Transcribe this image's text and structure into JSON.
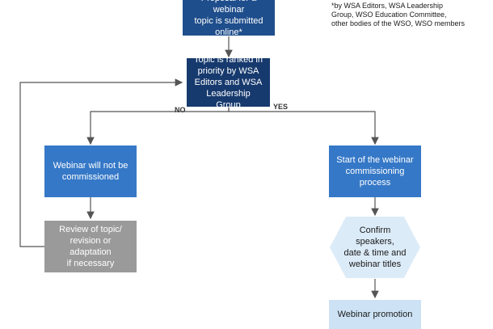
{
  "footnote": {
    "line1": "*by WSA Editors, WSA Leadership",
    "line2": "Group, WSO Education Committee,",
    "line3": "other bodies of the WSO, WSO members"
  },
  "nodes": {
    "proposal": {
      "line1": "Proposal for a webinar",
      "line2": "topic is submitted",
      "line3": "online*"
    },
    "ranked": {
      "line1": "Topic is ranked in",
      "line2": "priority by WSA",
      "line3": "Editors and WSA",
      "line4": "Leadership Group"
    },
    "not_commissioned": {
      "line1": "Webinar will not be",
      "line2": "commissioned"
    },
    "review": {
      "line1": "Review of topic/",
      "line2": "revision or adaptation",
      "line3": "if necessary"
    },
    "start": {
      "line1": "Start of the webinar",
      "line2": "commissioning",
      "line3": "process"
    },
    "confirm": {
      "line1": "Confirm",
      "line2": "speakers,",
      "line3": "date & time and",
      "line4": "webinar titles"
    },
    "promotion": {
      "line1": "Webinar promotion"
    }
  },
  "labels": {
    "no": "NO",
    "yes": "YES"
  },
  "colors": {
    "dark_blue": "#1f4e8c",
    "navy": "#173a6e",
    "medium_blue": "#3578c7",
    "grey": "#9a9a9a",
    "light_blue": "#cde3f5",
    "connector": "#555555"
  }
}
